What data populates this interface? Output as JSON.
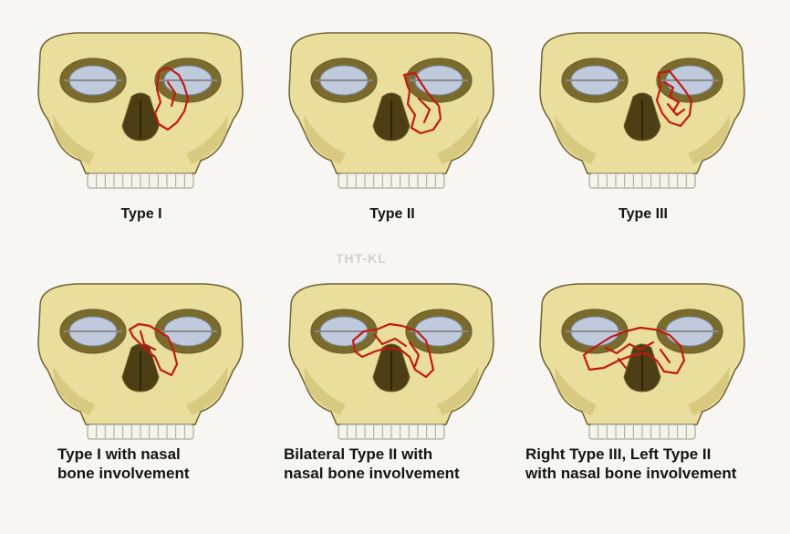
{
  "figure": {
    "watermark": "THT-KL",
    "panels": [
      {
        "id": "type-1",
        "caption": [
          "Type I"
        ]
      },
      {
        "id": "type-2",
        "caption": [
          "Type II"
        ]
      },
      {
        "id": "type-3",
        "caption": [
          "Type III"
        ]
      },
      {
        "id": "type-1-nasal",
        "caption": [
          "Type I with nasal",
          "bone involvement"
        ]
      },
      {
        "id": "bilateral-type-2-nasal",
        "caption": [
          "Bilateral Type II with",
          "nasal bone involvement"
        ]
      },
      {
        "id": "right-3-left-2-nasal",
        "caption": [
          "Right Type III, Left Type II",
          "with nasal bone involvement"
        ]
      }
    ]
  },
  "colors": {
    "bone": "#e9de9c",
    "bone_shadow": "#c7b466",
    "outline": "#6f6131",
    "cavity": "#4d3e14",
    "eyeball": "#bfcadd",
    "fracture": "#c21a10",
    "teeth": "#f6f4ea",
    "background": "#f7f6f2"
  }
}
